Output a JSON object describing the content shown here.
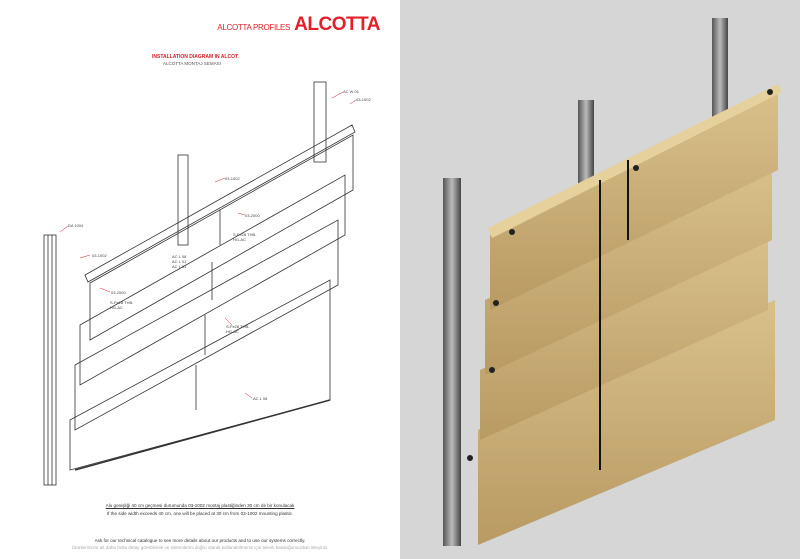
{
  "header": {
    "brand_sub": "ALCOTTA PROFILES",
    "brand_logo": "ALCOTTA"
  },
  "diagram": {
    "title": "INSTALLATION DIAGRAM IN ALCOT",
    "subtitle": "ALCOTTA MONTAJ SEMASI",
    "labels": [
      "AC W 01",
      "03-1002",
      "03-1002",
      "03-2000",
      "S-Fe28 THB-HG-AC",
      "DA 1004",
      "03-1002",
      "AC L 08 AC L 01 AC L 01",
      "03-2000",
      "S-Fe28 THB-HG-AC",
      "S-Fe28 THB-HG-AC",
      "AC L 08"
    ]
  },
  "notes": {
    "tr": "Alu genişliği 40 cm geçmesi durumunda 03-1002 montaj plastiğinden 30 cm de bir konulacak",
    "en": "If the side width exceeds 40 cm, one will be placed at 30 cm from 03-1002 mounting plastic.",
    "catalogue_en": "Ask for our technical catalogue to see more details about our products and to use our systems correctly.",
    "catalogue_tr": "Ürünlerimizin ait daha fazla detay görebilmek ve sistemlerini doğru olarak kullanabilmeniz için teknik kataloğumuzdan isteyiniz."
  },
  "colors": {
    "brand": "#e3202a",
    "panel_gold": "#c9ae78",
    "background_right": "#d6d6d6"
  }
}
